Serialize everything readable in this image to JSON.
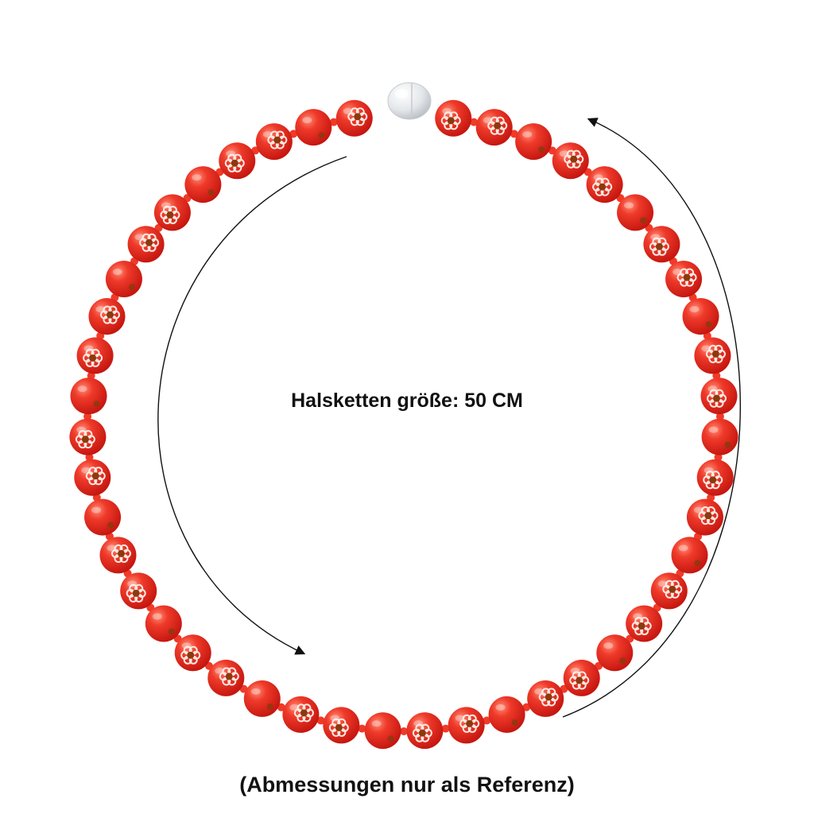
{
  "size_label": "Halsketten größe: 50 CM",
  "note_label": "(Abmessungen nur als Referenz)",
  "colors": {
    "bead_red": "#e8261f",
    "bead_dark": "#c7140f",
    "bead_highlight": "#ff7a66",
    "flower_white": "#fbe9e2",
    "flower_center": "#8a3a0e",
    "spacer": "#f03a28",
    "clasp_silver": "#e9ecef",
    "arrow": "#111111"
  },
  "icons": {
    "clasp": "magnetic-ball-clasp",
    "arrows": "circular-arrow"
  }
}
